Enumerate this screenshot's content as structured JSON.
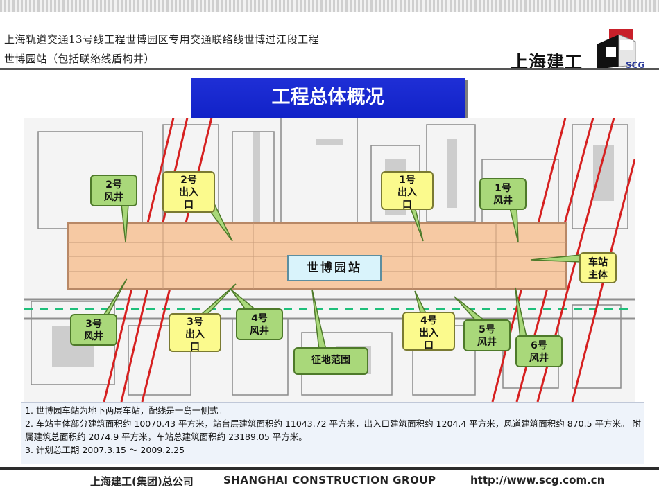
{
  "header": {
    "line1": "上海轨道交通13号线工程世博园区专用交通联络线世博过江段工程",
    "line2": "世博园站（包括联络线盾构井）",
    "brand": "上海建工",
    "logo_text": "SCG"
  },
  "title": "工程总体概况",
  "station_name": "世博园站",
  "callouts": {
    "vent2": [
      "2号",
      "风井"
    ],
    "exit2": [
      "2号",
      "出入",
      "口"
    ],
    "exit1": [
      "1号",
      "出入",
      "口"
    ],
    "vent1": [
      "1号",
      "风井"
    ],
    "main": [
      "车站",
      "主体"
    ],
    "vent3": [
      "3号",
      "风井"
    ],
    "exit3": [
      "3号",
      "出入",
      "口"
    ],
    "vent4": [
      "4号",
      "风井"
    ],
    "land": [
      "征地范围"
    ],
    "exit4": [
      "4号",
      "出入",
      "口"
    ],
    "vent5": [
      "5号",
      "风井"
    ],
    "vent6": [
      "6号",
      "风井"
    ]
  },
  "notes": [
    "1. 世博园车站为地下两层车站，配线是一岛一侧式。",
    "2. 车站主体部分建筑面积约 10070.43 平方米，站台层建筑面积约 11043.72 平方米，出入口建筑面积约 1204.4 平方米，风道建筑面积约 870.5 平方米。 附属建筑总面积约 2074.9 平方米，车站总建筑面积约 23189.05 平方米。",
    "3. 计划总工期 2007.3.15 ～ 2009.2.25"
  ],
  "footer": {
    "company_cn": "上海建工(集团)总公司",
    "company_en": "SHANGHAI CONSTRUCTION GROUP",
    "url": "http://www.scg.com.cn"
  },
  "colors": {
    "title_bg": "#1a2bd0",
    "station_fill": "#f6c9a3",
    "vent_callout": "#a9d87a",
    "exit_callout": "#fbfa8d",
    "map_lines": "#d62020"
  }
}
